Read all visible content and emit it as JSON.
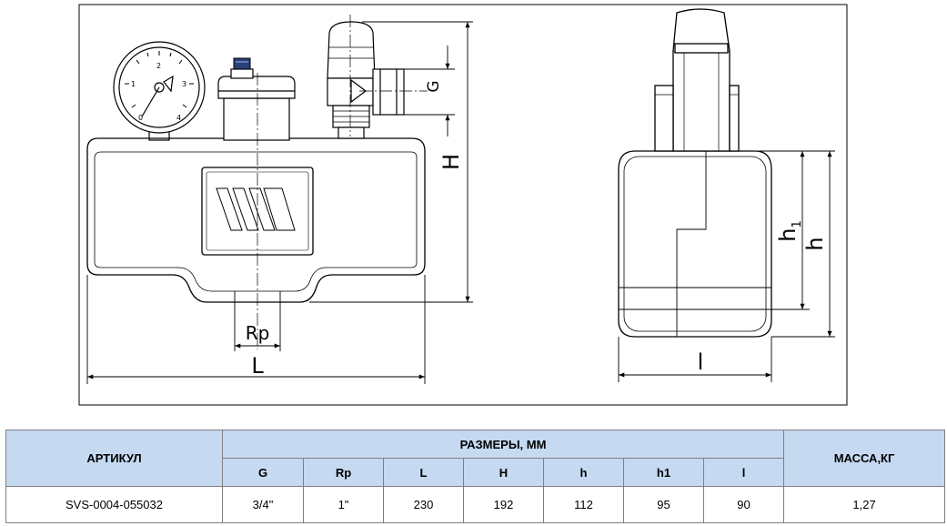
{
  "drawing": {
    "front_labels": {
      "g": "G",
      "rp": "Rp",
      "l": "L",
      "h": "H"
    },
    "side_labels": {
      "h1_main": "h",
      "h1_sub": "1",
      "h": "h",
      "l": "l"
    },
    "gauge_numbers": [
      "0",
      "1",
      "2",
      "3",
      "4"
    ]
  },
  "table": {
    "article_header": "АРТИКУЛ",
    "dims_header": "РАЗМЕРЫ, ММ",
    "mass_header": "МАССА,КГ",
    "columns": [
      "G",
      "Rp",
      "L",
      "H",
      "h",
      "h1",
      "l"
    ],
    "rows": [
      {
        "article": "SVS-0004-055032",
        "values": [
          "3/4\"",
          "1\"",
          "230",
          "192",
          "112",
          "95",
          "90"
        ],
        "mass": "1,27"
      }
    ]
  }
}
